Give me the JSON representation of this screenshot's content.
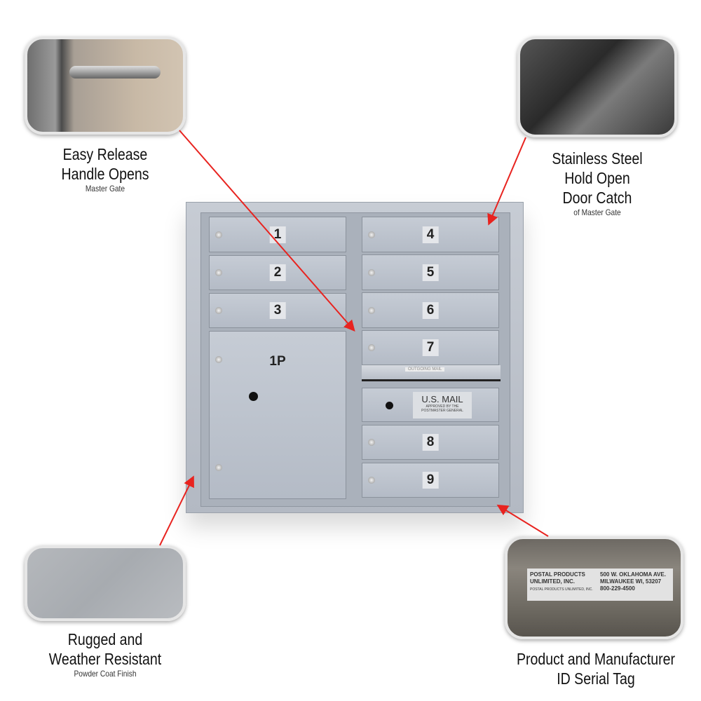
{
  "callouts": [
    {
      "title_line1": "Easy Release",
      "title_line2": "Handle Opens",
      "subtitle": "Master Gate",
      "image": "handle-photo"
    },
    {
      "title_line1": "Stainless Steel",
      "title_line2": "Hold Open",
      "title_line3": "Door Catch",
      "subtitle": "of Master Gate",
      "image": "door-catch-photo"
    },
    {
      "title_line1": "Rugged and",
      "title_line2": "Weather Resistant",
      "subtitle": "Powder Coat Finish",
      "image": "powder-coat-swatch"
    },
    {
      "title_line1": "Product and Manufacturer",
      "title_line2": "ID Serial Tag",
      "image": "serial-tag-photo"
    }
  ],
  "serial_tag": {
    "company_line1": "POSTAL PRODUCTS",
    "company_line2": "UNLIMITED, INC.",
    "address_line1": "500 W. OKLAHOMA AVE.",
    "address_line2": "MILWAUKEE WI, 53207",
    "phone": "800-229-4500",
    "small": "POSTAL PRODUCTS UNLIMITED, INC."
  },
  "mailbox": {
    "left_doors": [
      "1",
      "2",
      "3"
    ],
    "parcel_door": "1P",
    "right_doors_top": [
      "4",
      "5",
      "6",
      "7"
    ],
    "outgoing_label": "OUTGOING MAIL",
    "usmail_title": "U.S. MAIL",
    "usmail_sub1": "APPROVED BY THE",
    "usmail_sub2": "POSTMASTER GENERAL",
    "right_doors_bottom": [
      "8",
      "9"
    ]
  },
  "colors": {
    "arrow": "#e8231f",
    "body": "#bcc2cb"
  }
}
